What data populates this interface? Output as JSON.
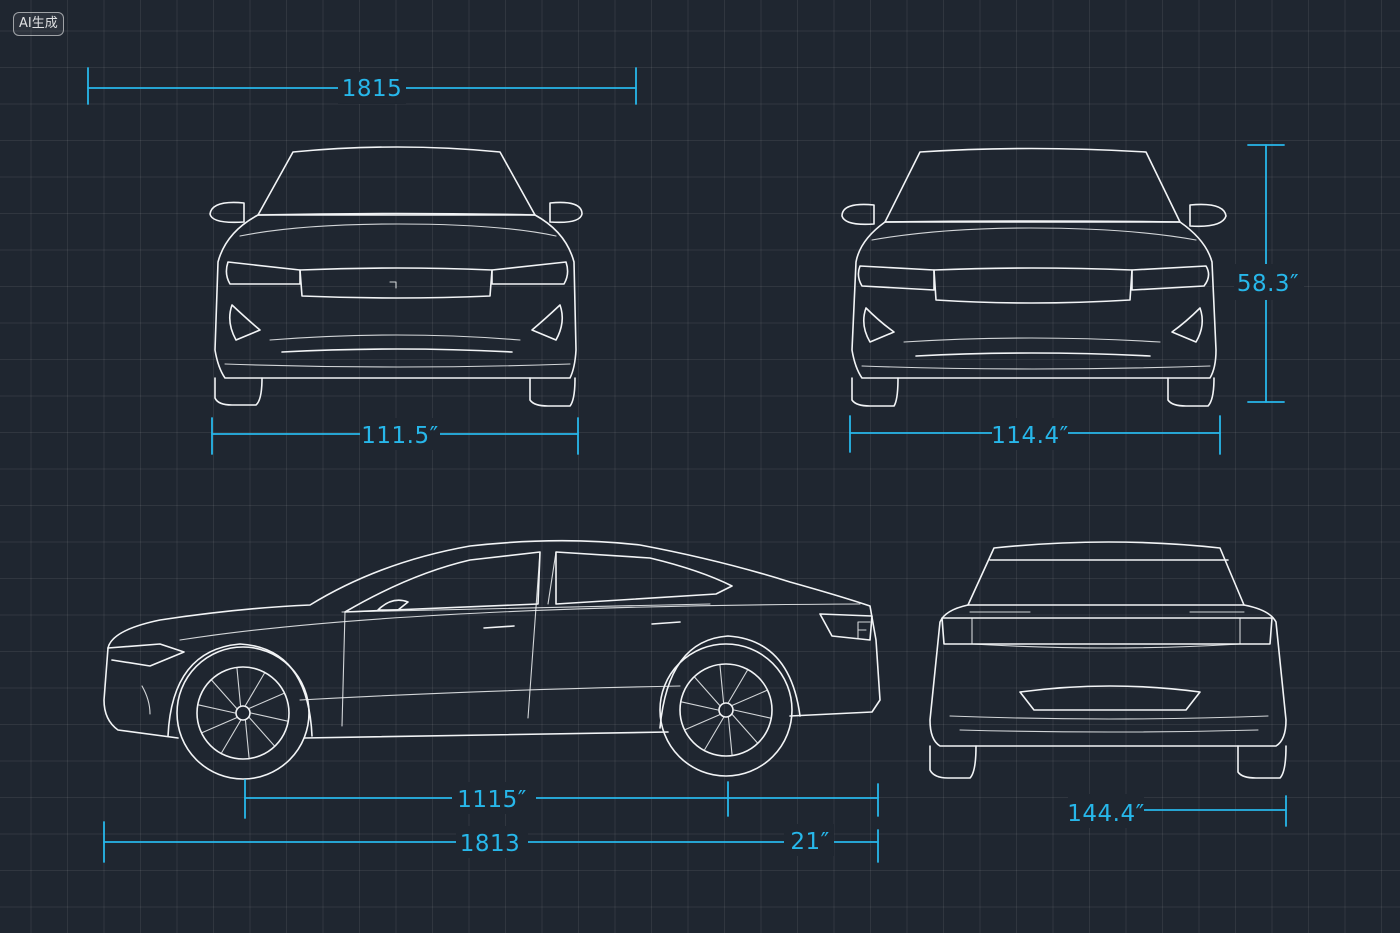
{
  "badge": "AI生成",
  "dimensions": {
    "front_top_width": "1815",
    "front_bottom_width": "111.5″",
    "rear3q_height": "58.3″",
    "rear3q_bottom_width": "114.4″",
    "side_wheelbase": "1115″",
    "side_overall_length": "1813",
    "side_rear_overhang": "21″",
    "rear_width": "144.4″"
  },
  "colors": {
    "background": "#1f2630",
    "grid": "#2d3540",
    "line_art": "#f2f4f6",
    "dimension": "#27b7ea"
  }
}
